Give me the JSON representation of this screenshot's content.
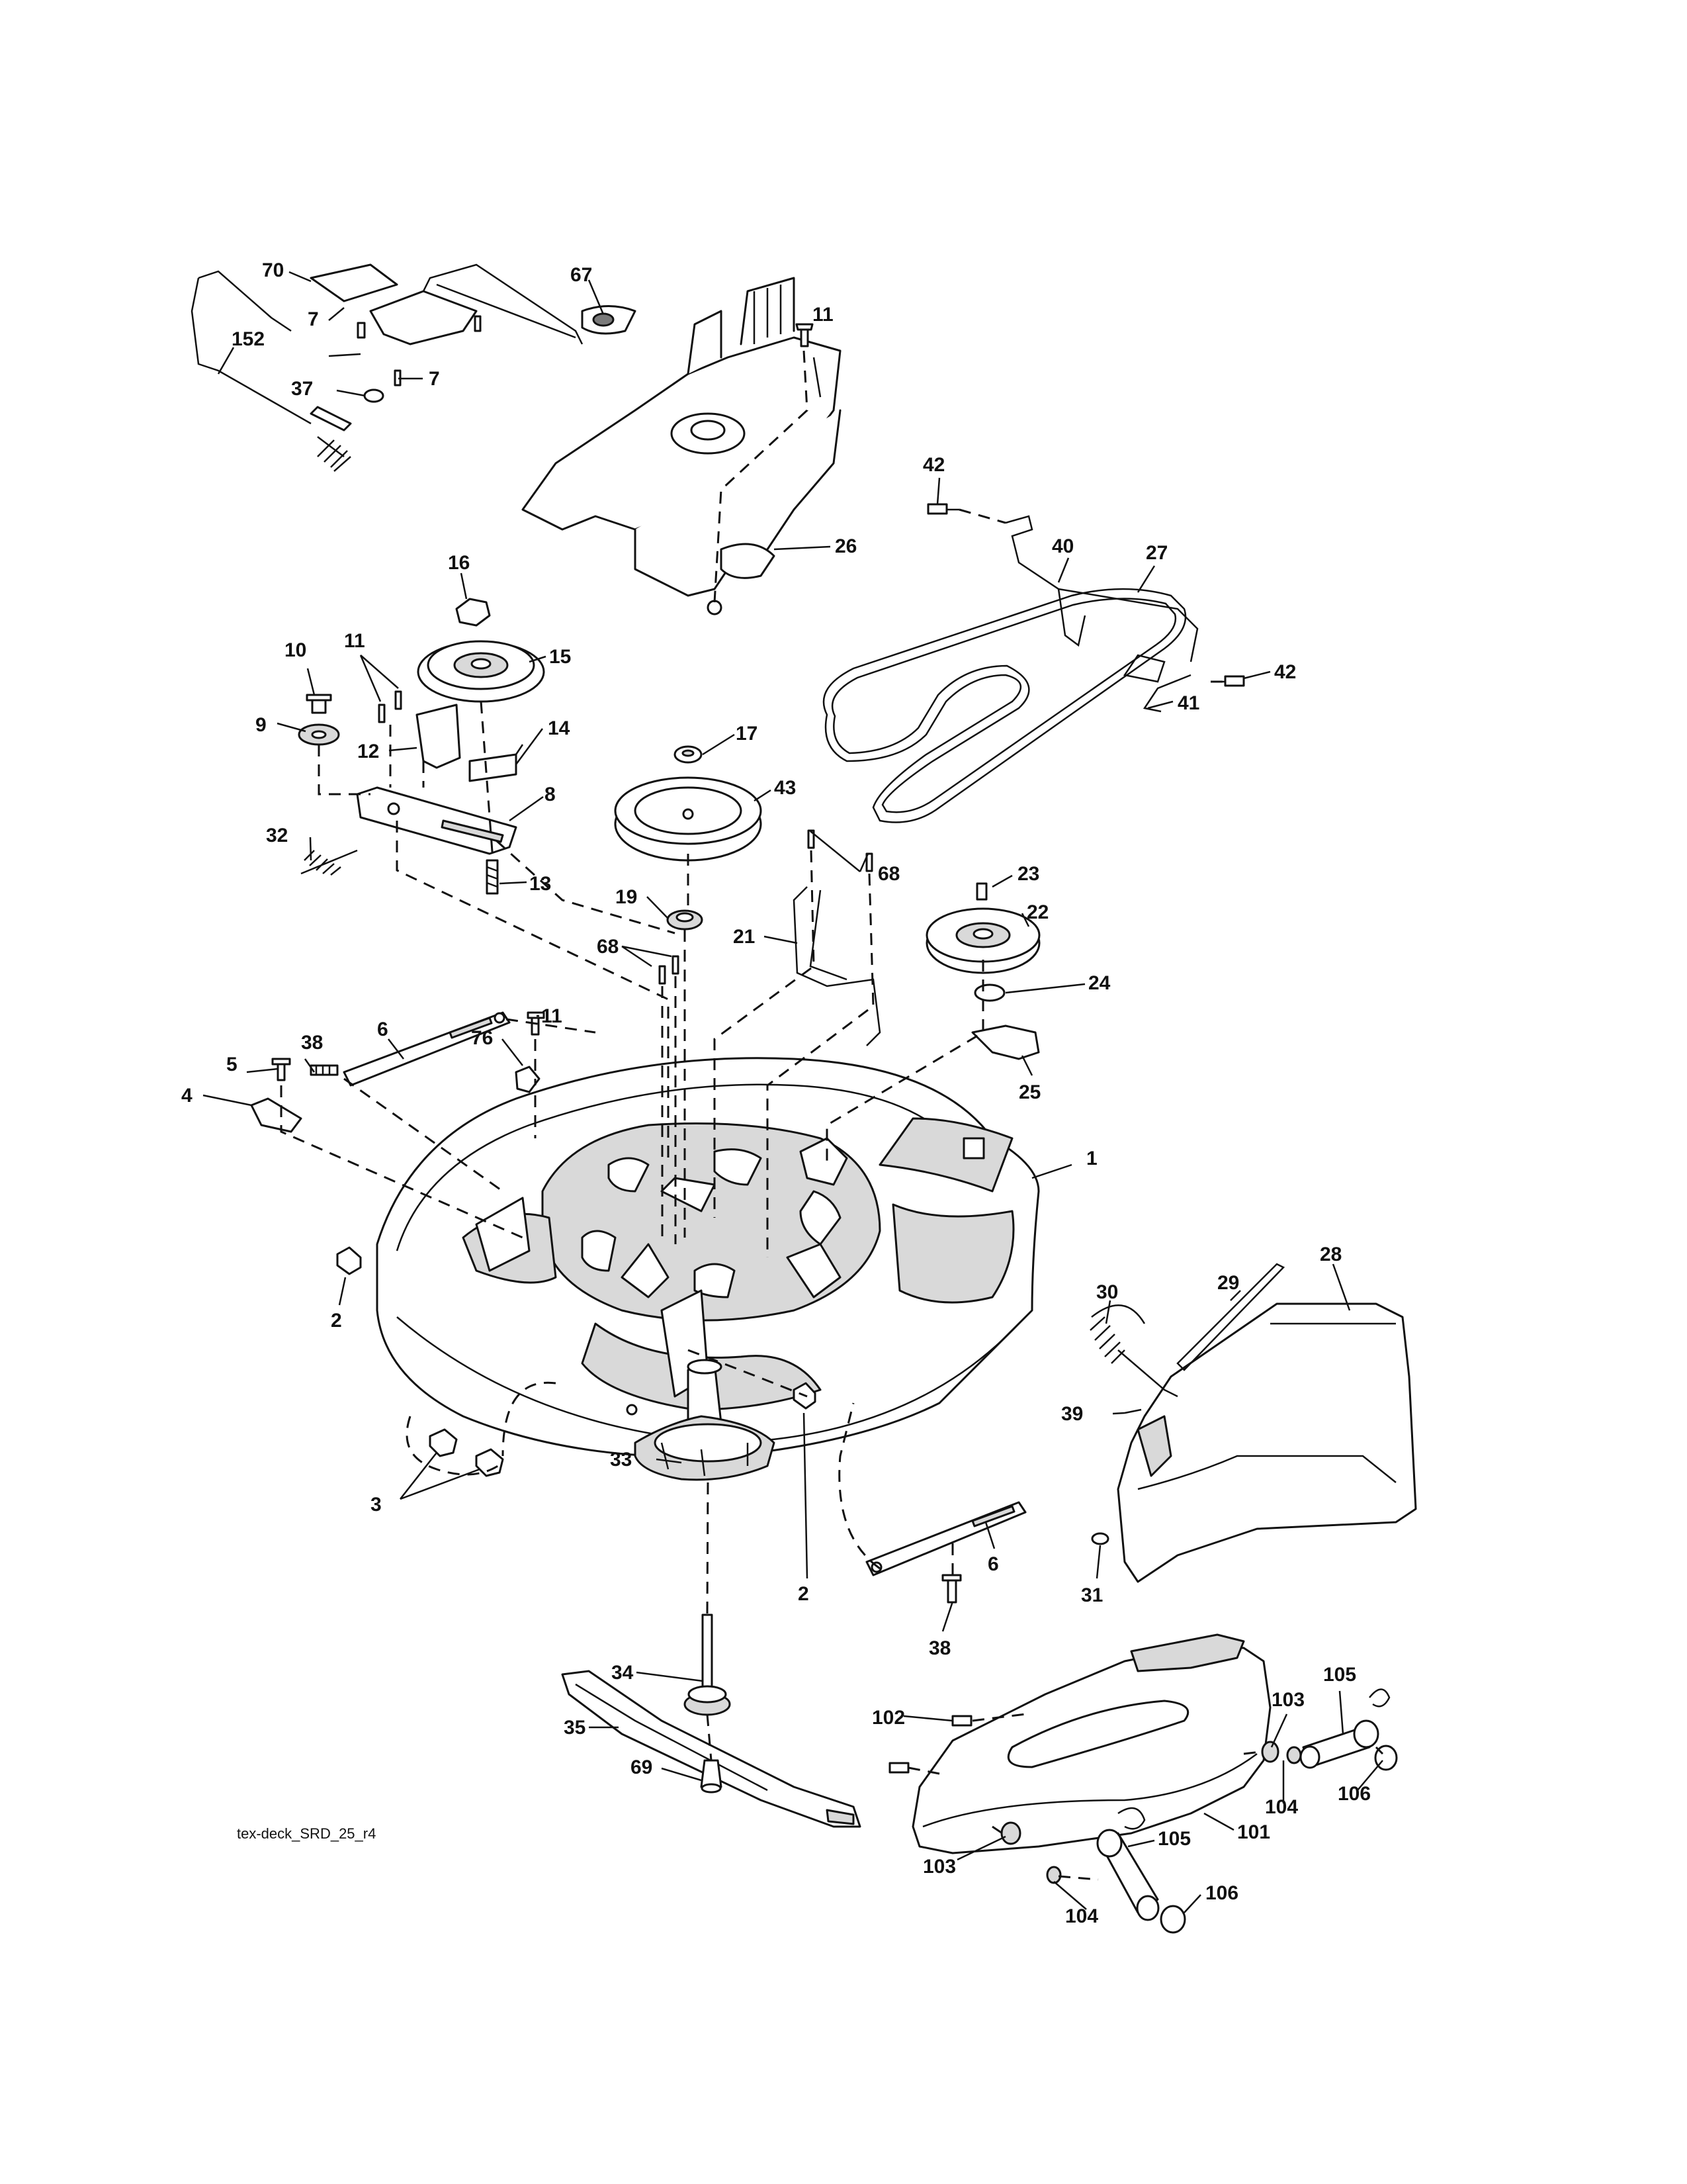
{
  "diagram_id_text": "tex-deck_SRD_25_r4",
  "callouts": {
    "c1": "1",
    "c2a": "2",
    "c2b": "2",
    "c3": "3",
    "c4": "4",
    "c5": "5",
    "c6a": "6",
    "c6b": "6",
    "c7a": "7",
    "c7b": "7",
    "c8": "8",
    "c9": "9",
    "c10": "10",
    "c11a": "11",
    "c11b": "11",
    "c11c": "11",
    "c12": "12",
    "c13": "13",
    "c14": "14",
    "c15": "15",
    "c16": "16",
    "c17": "17",
    "c19": "19",
    "c21": "21",
    "c22": "22",
    "c23": "23",
    "c24": "24",
    "c25": "25",
    "c26": "26",
    "c27": "27",
    "c28": "28",
    "c29": "29",
    "c30": "30",
    "c31": "31",
    "c32": "32",
    "c33": "33",
    "c34": "34",
    "c35": "35",
    "c37": "37",
    "c38a": "38",
    "c38b": "38",
    "c39": "39",
    "c40": "40",
    "c41": "41",
    "c42a": "42",
    "c42b": "42",
    "c43": "43",
    "c67": "67",
    "c68a": "68",
    "c68b": "68",
    "c69": "69",
    "c70": "70",
    "c76": "76",
    "c101": "101",
    "c102": "102",
    "c103a": "103",
    "c103b": "103",
    "c104a": "104",
    "c104b": "104",
    "c105a": "105",
    "c105b": "105",
    "c106a": "106",
    "c106b": "106",
    "c152": "152"
  }
}
